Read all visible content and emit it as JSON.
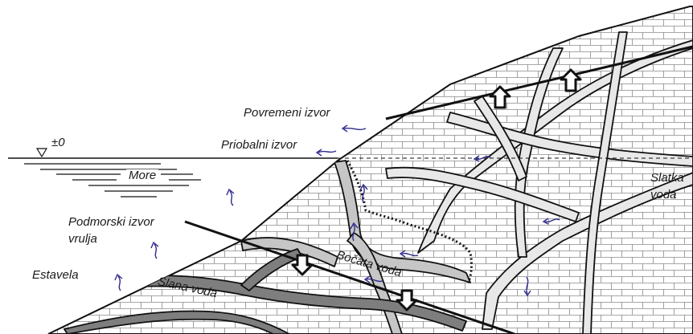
{
  "labels": {
    "sea_level": "±0",
    "sea": "More",
    "intermittent_spring": "Povremeni izvor",
    "coastal_spring": "Priobalni izvor",
    "fresh_water_line1": "Slatka",
    "fresh_water_line2": "voda",
    "submarine_spring_line1": "Podmorski izvor",
    "submarine_spring_line2": "vrulja",
    "estavelle": "Estavela",
    "brackish_water": "Bočata voda",
    "salt_water": "Slana voda"
  },
  "colors": {
    "limestone": "#ffffff",
    "fresh_water": "#e8e8e8",
    "brackish_water": "#c6c6c6",
    "salt_water": "#7e7e7e",
    "flow_arrow": "#2e2a8c",
    "outline": "#111111"
  }
}
